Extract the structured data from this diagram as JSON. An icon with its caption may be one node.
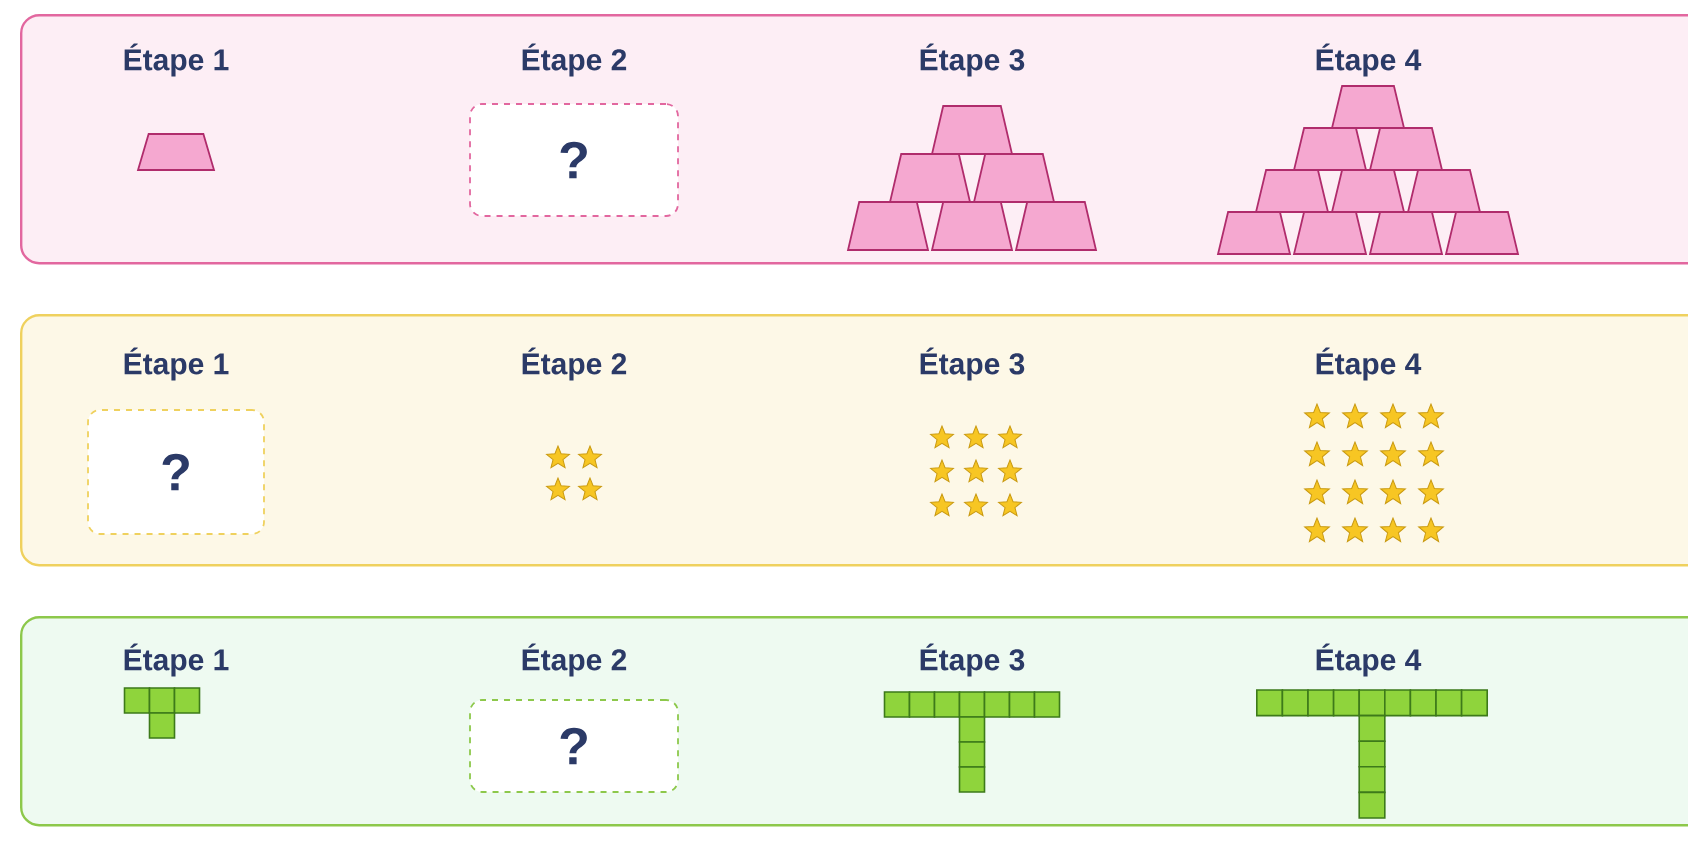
{
  "diagram": {
    "nodes": [
      {
        "text": [
          "Étape 1",
          "Étape 2",
          "Étape 3",
          "Étape 4"
        ]
      },
      {
        "text": [
          "?"
        ],
        "in": 0
      },
      {
        "text": [
          "Étape 1",
          "Étape 2",
          "Étape 3",
          "Étape 4"
        ]
      },
      {
        "text": [
          "?"
        ],
        "in": 2
      },
      {
        "text": [
          "Étape 1",
          "Étape 2",
          "Étape 3",
          "Étape 4"
        ]
      },
      {
        "text": [
          "?"
        ],
        "in": 4
      }
    ]
  }
}
